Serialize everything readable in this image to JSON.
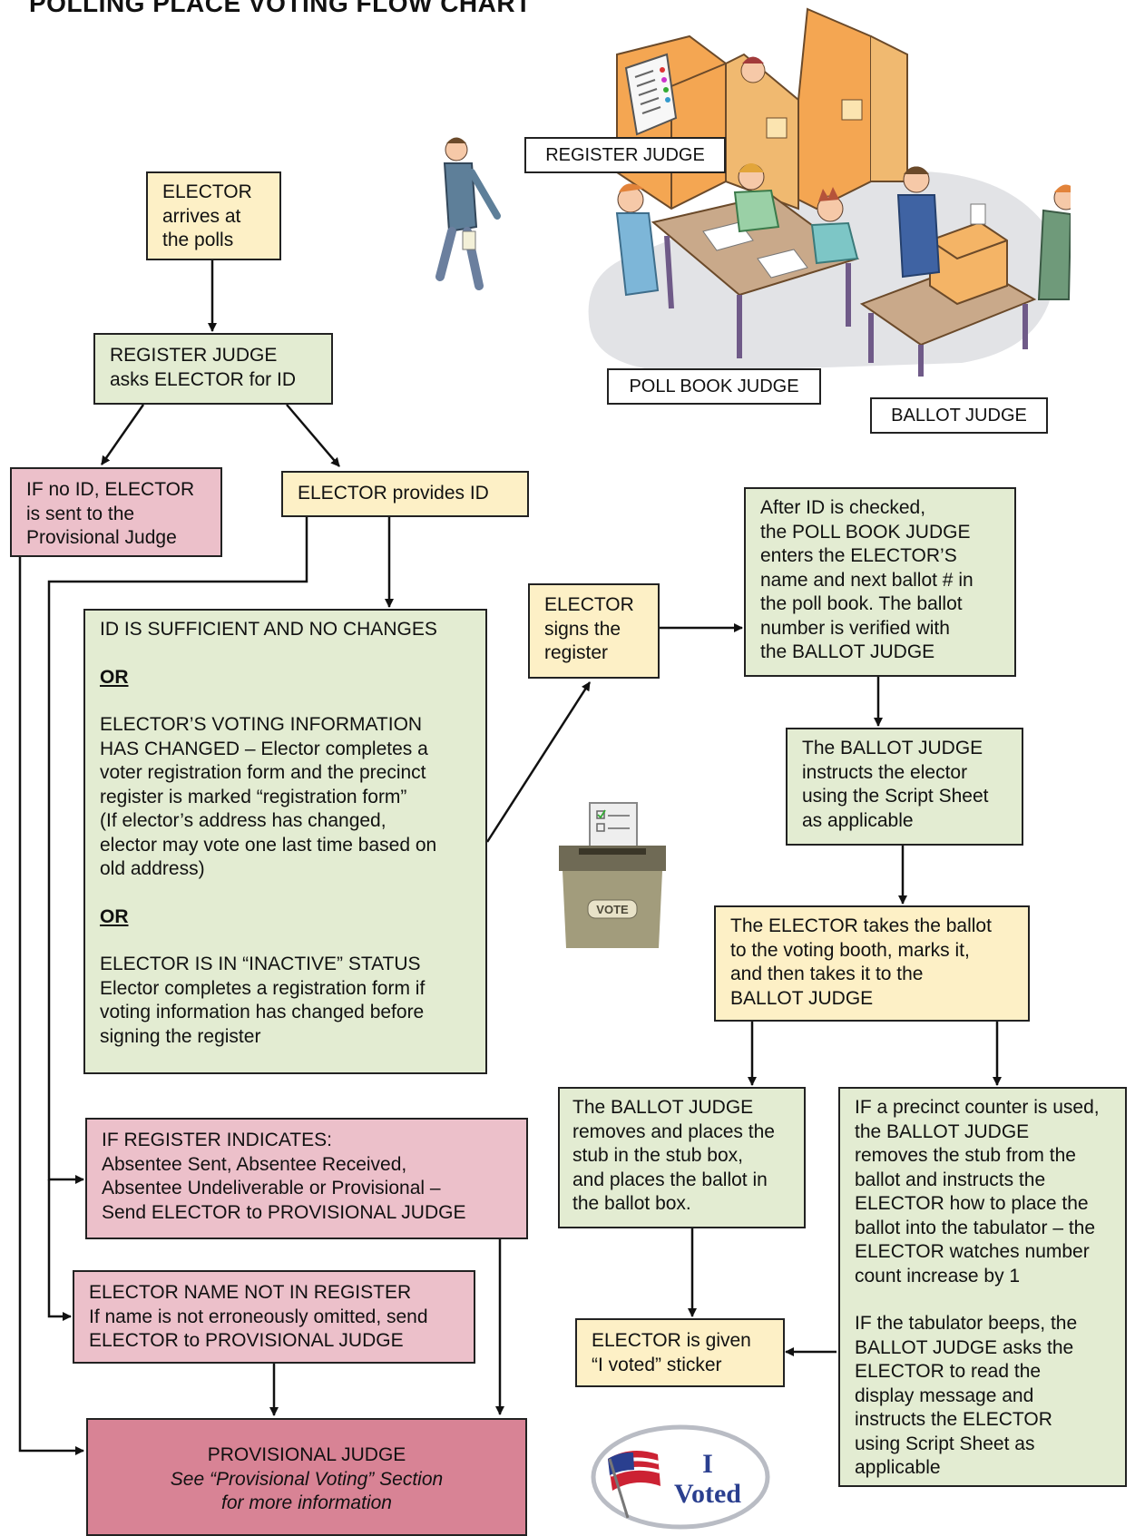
{
  "title": "POLLING PLACE VOTING FLOW CHART",
  "illustration": {
    "register_judge": "REGISTER JUDGE",
    "poll_book_judge": "POLL BOOK JUDGE",
    "ballot_judge": "BALLOT JUDGE"
  },
  "nodes": {
    "arrives": [
      "ELECTOR",
      "arrives at",
      "the polls"
    ],
    "asks_id": [
      "REGISTER JUDGE",
      "asks ELECTOR for ID"
    ],
    "no_id": [
      "IF no ID, ELECTOR",
      "is sent to the",
      "Provisional Judge"
    ],
    "provides_id": "ELECTOR provides ID",
    "sufficient": {
      "line1": "ID IS SUFFICIENT AND NO CHANGES",
      "or1": "OR",
      "changed": [
        "ELECTOR’S VOTING INFORMATION",
        "HAS CHANGED – Elector completes a",
        "voter registration form and the precinct",
        "register is marked “registration form”",
        "(If elector’s address has changed,",
        "elector may vote one last time based on",
        "old address)"
      ],
      "or2": "OR",
      "inactive": [
        "ELECTOR IS IN “INACTIVE” STATUS",
        "Elector completes a registration form if",
        "voting information has changed before",
        "signing the register"
      ]
    },
    "signs": [
      "ELECTOR",
      "signs the",
      "register"
    ],
    "poll_book": [
      "After ID is checked,",
      "the POLL BOOK JUDGE",
      "enters the ELECTOR’S",
      "name and next ballot # in",
      "the poll book. The ballot",
      "number is verified with",
      "the BALLOT JUDGE"
    ],
    "instructs": [
      "The BALLOT JUDGE",
      "instructs the elector",
      "using the Script Sheet",
      "as applicable"
    ],
    "takes_ballot": [
      "The ELECTOR takes the ballot",
      "to the voting booth, marks it,",
      "and then takes it to the",
      "BALLOT JUDGE"
    ],
    "register_indicates": [
      "IF REGISTER INDICATES:",
      "Absentee Sent, Absentee Received,",
      "Absentee Undeliverable or Provisional –",
      "Send ELECTOR to PROVISIONAL JUDGE"
    ],
    "stub_box": [
      "The BALLOT JUDGE",
      "removes and places the",
      "stub in the stub box,",
      "and places the ballot in",
      "the ballot box."
    ],
    "precinct_counter": [
      "IF a precinct counter is used,",
      "the BALLOT JUDGE",
      "removes the stub from the",
      "ballot and instructs the",
      "ELECTOR how to place the",
      "ballot into the tabulator – the",
      "ELECTOR watches number",
      "count increase by 1"
    ],
    "tabulator_beeps": [
      "IF the tabulator beeps, the",
      "BALLOT JUDGE asks the",
      "ELECTOR to read the",
      "display message and",
      "instructs the ELECTOR",
      "using Script Sheet as",
      "applicable"
    ],
    "not_in_register": [
      "ELECTOR NAME NOT IN REGISTER",
      "If name is not erroneously omitted, send",
      "ELECTOR to PROVISIONAL JUDGE"
    ],
    "sticker": [
      "ELECTOR is given",
      "“I voted” sticker"
    ],
    "provisional": {
      "title": "PROVISIONAL JUDGE",
      "sub1": "See “Provisional Voting” Section",
      "sub2": "for more information"
    }
  },
  "ballot_box_label": "VOTE",
  "sticker_badge": [
    "I",
    "Voted"
  ]
}
